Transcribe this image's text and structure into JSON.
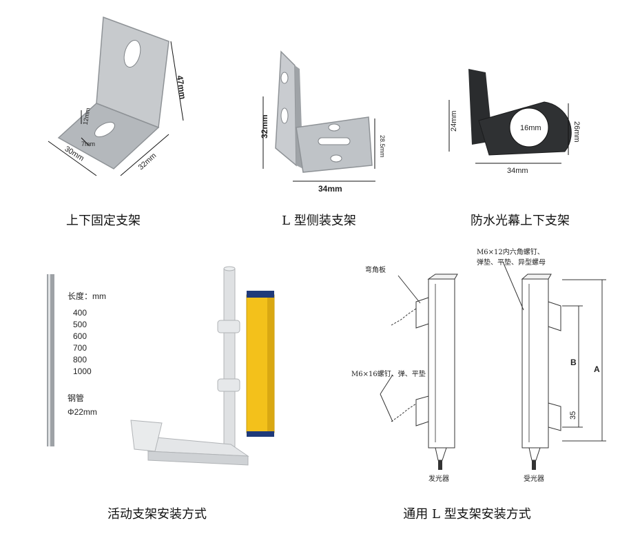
{
  "panels": {
    "bracket_a": {
      "caption": "上下固定支架",
      "dims": [
        "47mm",
        "32mm",
        "30mm",
        "12mm",
        "7mm"
      ]
    },
    "bracket_l": {
      "caption": "L 型侧装支架",
      "dims": [
        "32mm",
        "34mm",
        "28.5mm"
      ]
    },
    "bracket_black": {
      "caption": "防水光幕上下支架",
      "dims": [
        "24mm",
        "16mm",
        "26mm",
        "34mm"
      ]
    },
    "pole": {
      "caption": "活动支架安装方式",
      "length_label": "长度：mm",
      "lengths": [
        "400",
        "500",
        "600",
        "700",
        "800",
        "1000"
      ],
      "material": "钢管",
      "diameter": "Φ22mm"
    },
    "l_mount": {
      "caption": "通用 L 型支架安装方式",
      "note_top": "M6×12内六角螺钉、",
      "note_top2": "弹垫、平垫、异型螺母",
      "note_corner": "弯角板",
      "note_screw": "M6×16螺钉、弹、平垫",
      "emitter": "发光器",
      "receiver": "受光器",
      "dim_a": "A",
      "dim_b": "B",
      "dim_35": "35"
    }
  },
  "colors": {
    "metal": "#b9bcc0",
    "metal_dark": "#8e9296",
    "black_part": "#2a2c2e",
    "yellow": "#f3c11b",
    "navy": "#1f3a7a"
  }
}
